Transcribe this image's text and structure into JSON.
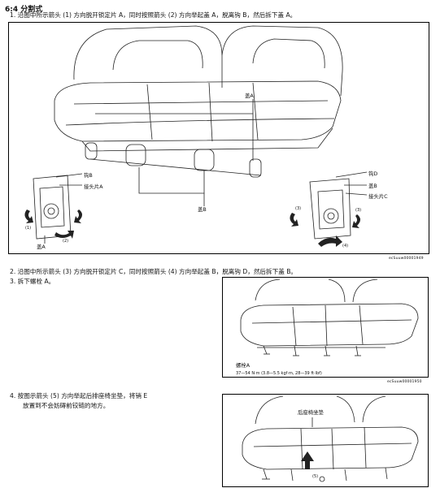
{
  "section_title": "6:4 分割式",
  "steps": {
    "s1": "1.  沿图中所示箭头 (1) 方向脱开锁定片 A，同时按照箭头 (2) 方向举起盖 A，脱离钩 B，然后拆下盖 A。",
    "s2": "2.  沿图中所示箭头 (3) 方向脱开锁定片 C，同时按照箭头 (4) 方向举起盖 B，脱离钩 D，然后拆下盖 B。",
    "s3": "3.  拆下螺栓 A。",
    "s4_line1": "4.  按图示箭头 (5) 方向举起后排座椅坐垫，将销 E",
    "s4_line2": "放置到不会妨碍前铰链的地方。"
  },
  "figure1": {
    "code": "ecSuuw00001949",
    "labels": {
      "cover_a_top": "盖A",
      "hook_b": "钩B",
      "tab_a": "接头片A",
      "cover_b": "盖B",
      "cover_a_bottom": "盖A",
      "hook_d": "钩D",
      "cover_b_right": "盖B",
      "tab_c": "接头片C",
      "arrow1": "(1)",
      "arrow2": "(2)",
      "arrow3": "(3)",
      "arrow3b": "(3)",
      "arrow4": "(4)"
    }
  },
  "figure2": {
    "code": "ecSuuw00001950",
    "bolt_label": "螺栓A",
    "torque": "37—54 N·m (3.8—5.5 kgf·m, 28—39 ft·lbf)"
  },
  "figure3": {
    "cushion_label": "后座椅坐垫",
    "arrow5": "(5)"
  }
}
